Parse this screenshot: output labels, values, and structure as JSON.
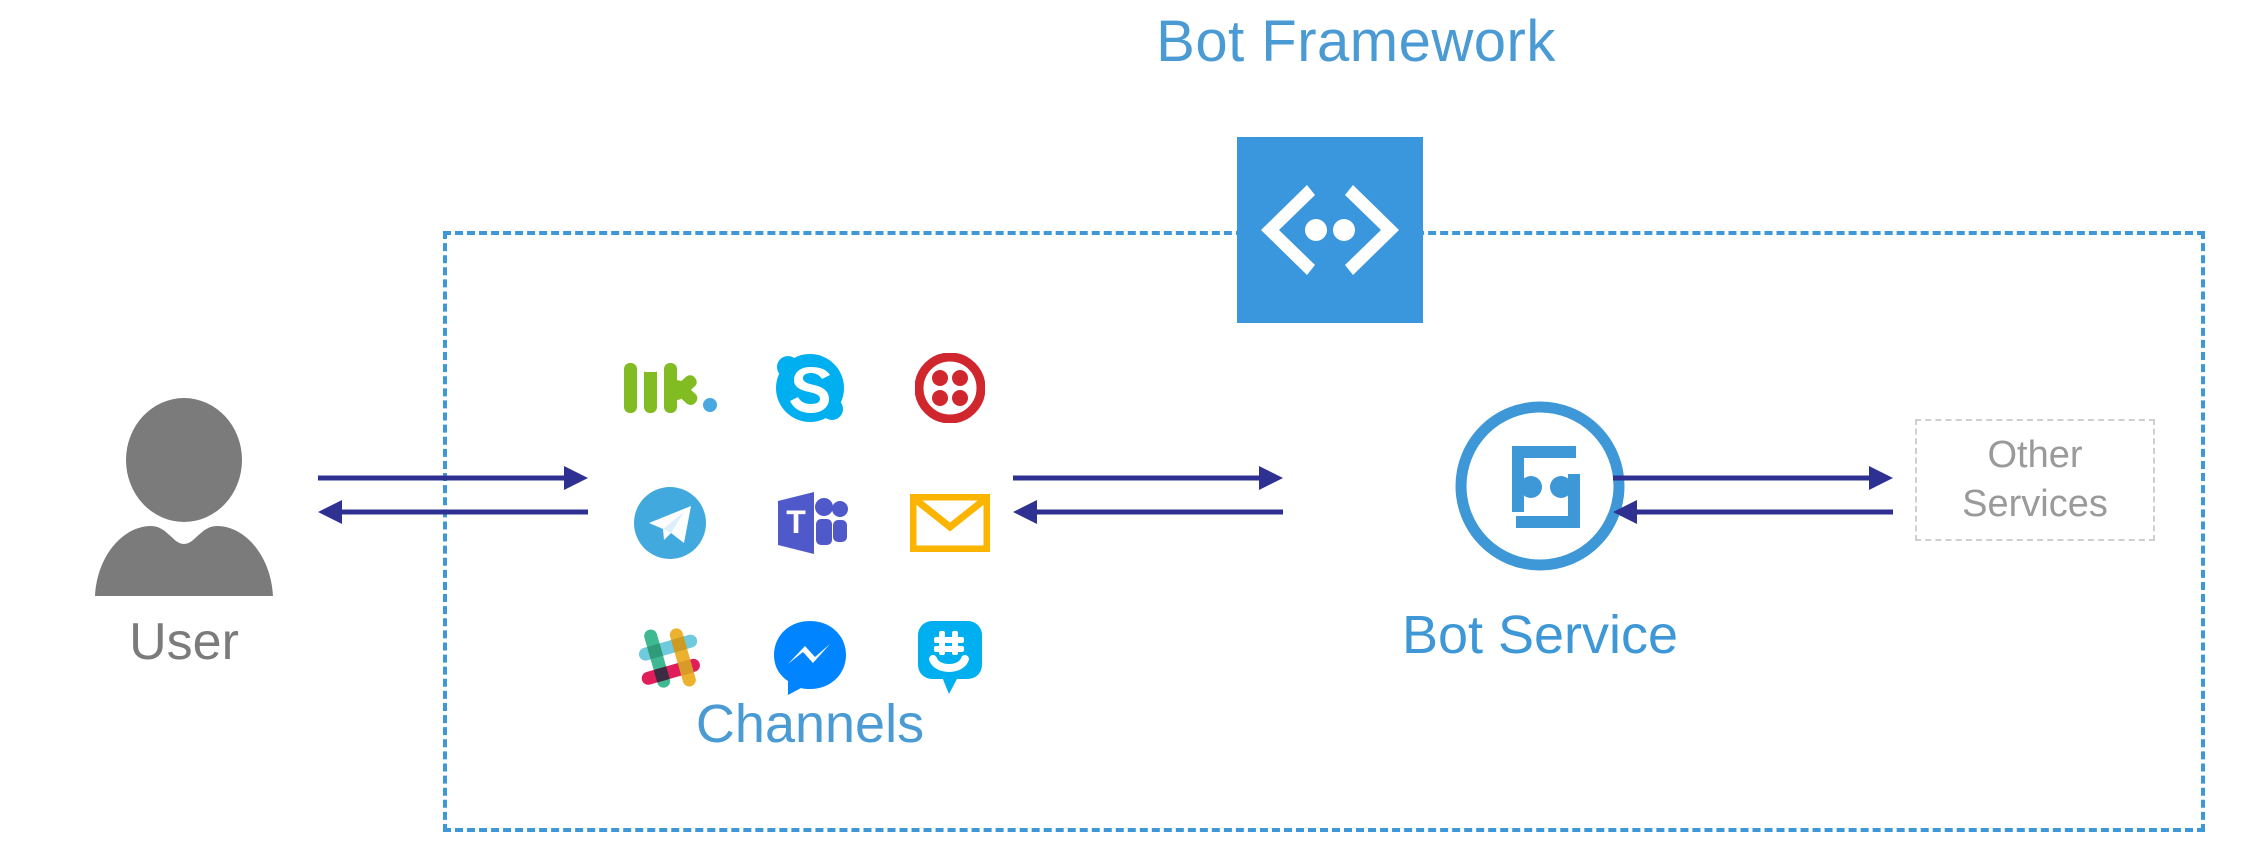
{
  "diagram": {
    "title": "Bot Framework",
    "type": "architecture-flow",
    "colors": {
      "brand_blue": "#3e97d6",
      "title_blue": "#4a9ad4",
      "logo_tile_blue": "#3a96dd",
      "arrow_navy": "#2e3192",
      "user_gray": "#7b7b7b",
      "other_services_gray": "#9a9a9a",
      "dashed_border_blue": "#3e97d6",
      "dashed_border_gray": "#cfcfcf",
      "background": "#ffffff"
    }
  },
  "user": {
    "label": "User",
    "icon": "user-avatar-icon"
  },
  "framework": {
    "logo_icon": "code-brackets-logo",
    "border_style": "dashed"
  },
  "channels": {
    "label": "Channels",
    "items": [
      {
        "name": "Kik",
        "icon": "kik-icon",
        "color": "#82bc23"
      },
      {
        "name": "Skype",
        "icon": "skype-icon",
        "color": "#00aff0"
      },
      {
        "name": "Twilio",
        "icon": "twilio-icon",
        "color": "#cf272d"
      },
      {
        "name": "Telegram",
        "icon": "telegram-icon",
        "color": "#41a9de"
      },
      {
        "name": "Microsoft Teams",
        "icon": "teams-icon",
        "color": "#5059c9"
      },
      {
        "name": "Email",
        "icon": "email-envelope-icon",
        "color": "#fbb500"
      },
      {
        "name": "Slack",
        "icon": "slack-icon",
        "color": "#3eb991"
      },
      {
        "name": "Facebook Messenger",
        "icon": "facebook-messenger-icon",
        "color": "#0084ff"
      },
      {
        "name": "GroupMe",
        "icon": "groupme-icon",
        "color": "#00aff0"
      }
    ]
  },
  "bot_service": {
    "label": "Bot Service",
    "icon": "bot-service-icon"
  },
  "other_services": {
    "line1": "Other",
    "line2": "Services"
  },
  "connections": [
    {
      "id": "user-channels",
      "from": "User",
      "to": "Channels",
      "direction": "bidirectional"
    },
    {
      "id": "channels-botservice",
      "from": "Channels",
      "to": "Bot Service",
      "direction": "bidirectional"
    },
    {
      "id": "botservice-other",
      "from": "Bot Service",
      "to": "Other Services",
      "direction": "bidirectional"
    }
  ]
}
